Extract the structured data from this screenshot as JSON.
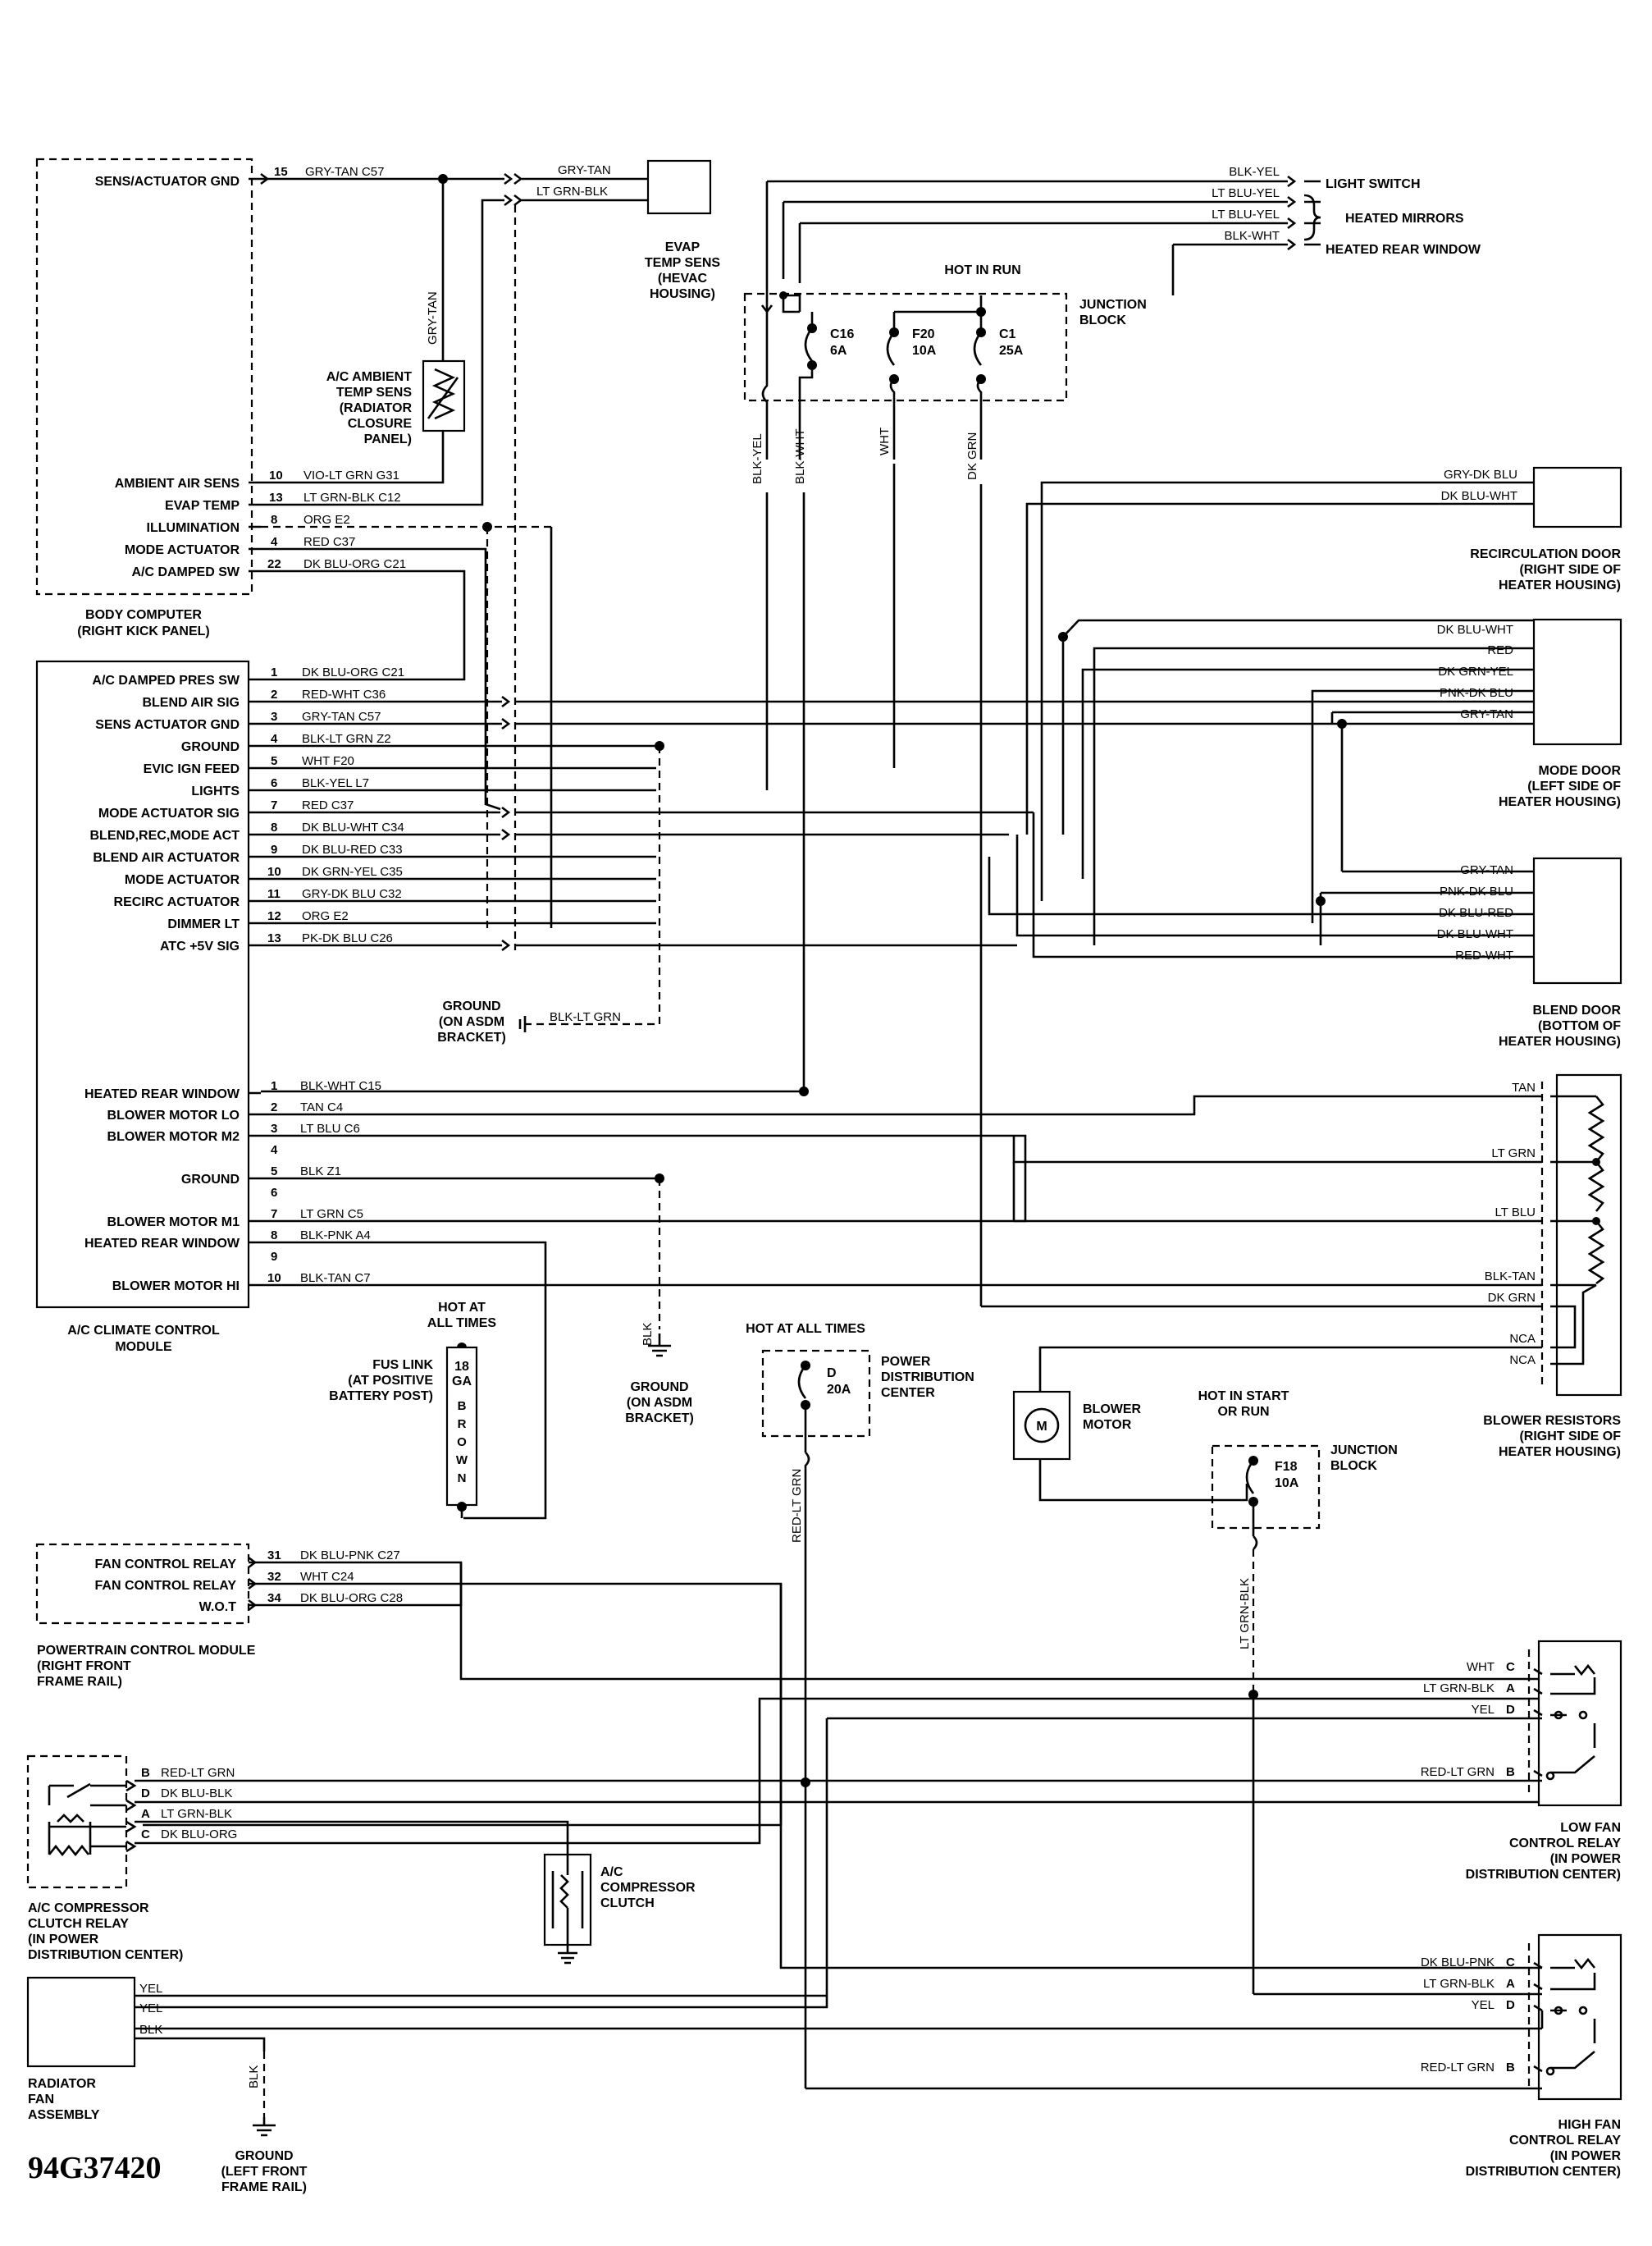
{
  "diagram_id": "94G37420",
  "body_computer": {
    "title": "BODY COMPUTER",
    "subtitle": "(RIGHT KICK PANEL)",
    "pins": [
      {
        "label": "SENS/ACTUATOR GND",
        "pin": "15",
        "wire": "GRY-TAN C57"
      },
      {
        "label": "AMBIENT AIR SENS",
        "pin": "10",
        "wire": "VIO-LT GRN G31"
      },
      {
        "label": "EVAP TEMP",
        "pin": "13",
        "wire": "LT GRN-BLK C12"
      },
      {
        "label": "ILLUMINATION",
        "pin": "8",
        "wire": "ORG E2"
      },
      {
        "label": "MODE ACTUATOR",
        "pin": "4",
        "wire": "RED C37"
      },
      {
        "label": "A/C DAMPED SW",
        "pin": "22",
        "wire": "DK BLU-ORG C21"
      }
    ]
  },
  "climate_module": {
    "title": "A/C CLIMATE CONTROL",
    "subtitle": "MODULE",
    "pins_upper": [
      {
        "label": "A/C DAMPED PRES SW",
        "pin": "1",
        "wire": "DK BLU-ORG C21"
      },
      {
        "label": "BLEND AIR SIG",
        "pin": "2",
        "wire": "RED-WHT C36"
      },
      {
        "label": "SENS ACTUATOR GND",
        "pin": "3",
        "wire": "GRY-TAN C57"
      },
      {
        "label": "GROUND",
        "pin": "4",
        "wire": "BLK-LT GRN Z2"
      },
      {
        "label": "EVIC IGN FEED",
        "pin": "5",
        "wire": "WHT F20"
      },
      {
        "label": "LIGHTS",
        "pin": "6",
        "wire": "BLK-YEL L7"
      },
      {
        "label": "MODE ACTUATOR SIG",
        "pin": "7",
        "wire": "RED C37"
      },
      {
        "label": "BLEND,REC,MODE ACT",
        "pin": "8",
        "wire": "DK BLU-WHT C34"
      },
      {
        "label": "BLEND AIR ACTUATOR",
        "pin": "9",
        "wire": "DK BLU-RED C33"
      },
      {
        "label": "MODE ACTUATOR",
        "pin": "10",
        "wire": "DK GRN-YEL C35"
      },
      {
        "label": "RECIRC ACTUATOR",
        "pin": "11",
        "wire": "GRY-DK BLU C32"
      },
      {
        "label": "DIMMER LT",
        "pin": "12",
        "wire": "ORG E2"
      },
      {
        "label": "ATC +5V SIG",
        "pin": "13",
        "wire": "PK-DK BLU C26"
      }
    ],
    "pins_lower": [
      {
        "label": "HEATED REAR WINDOW",
        "pin": "1",
        "wire": "BLK-WHT C15"
      },
      {
        "label": "BLOWER MOTOR LO",
        "pin": "2",
        "wire": "TAN C4"
      },
      {
        "label": "BLOWER MOTOR M2",
        "pin": "3",
        "wire": "LT BLU C6"
      },
      {
        "label": "",
        "pin": "4",
        "wire": ""
      },
      {
        "label": "GROUND",
        "pin": "5",
        "wire": "BLK Z1"
      },
      {
        "label": "",
        "pin": "6",
        "wire": ""
      },
      {
        "label": "BLOWER MOTOR M1",
        "pin": "7",
        "wire": "LT GRN C5"
      },
      {
        "label": "HEATED REAR WINDOW",
        "pin": "8",
        "wire": "BLK-PNK A4"
      },
      {
        "label": "",
        "pin": "9",
        "wire": ""
      },
      {
        "label": "BLOWER MOTOR HI",
        "pin": "10",
        "wire": "BLK-TAN C7"
      }
    ]
  },
  "evap_sensor": {
    "wires": [
      "GRY-TAN",
      "LT GRN-BLK"
    ],
    "label": [
      "EVAP",
      "TEMP SENS",
      "(HEVAC",
      "HOUSING)"
    ]
  },
  "ambient_sensor": {
    "wire": "GRY-TAN",
    "label": [
      "A/C AMBIENT",
      "TEMP SENS",
      "(RADIATOR",
      "CLOSURE",
      "PANEL)"
    ]
  },
  "top_right_wires": [
    {
      "wire": "BLK-YEL",
      "dest": "LIGHT SWITCH"
    },
    {
      "wire": "LT BLU-YEL",
      "dest": ""
    },
    {
      "wire": "LT BLU-YEL",
      "dest": "HEATED MIRRORS"
    },
    {
      "wire": "BLK-WHT",
      "dest": "HEATED REAR WINDOW"
    }
  ],
  "junction_block_top": {
    "hot": "HOT IN RUN",
    "label": [
      "JUNCTION",
      "BLOCK"
    ],
    "fuses": [
      {
        "name": "C16",
        "rating": "6A"
      },
      {
        "name": "F20",
        "rating": "10A"
      },
      {
        "name": "C1",
        "rating": "25A"
      }
    ],
    "vertical_wires": [
      "BLK-YEL",
      "BLK-WHT",
      "WHT",
      "DK GRN"
    ]
  },
  "recirc_door": {
    "wires": [
      "GRY-DK BLU",
      "DK BLU-WHT"
    ],
    "label": [
      "RECIRCULATION DOOR",
      "(RIGHT SIDE OF",
      "HEATER HOUSING)"
    ]
  },
  "mode_door": {
    "wires": [
      "DK BLU-WHT",
      "RED",
      "DK GRN-YEL",
      "PNK-DK BLU",
      "GRY-TAN"
    ],
    "label": [
      "MODE DOOR",
      "(LEFT SIDE OF",
      "HEATER HOUSING)"
    ]
  },
  "blend_door": {
    "wires": [
      "GRY-TAN",
      "PNK-DK BLU",
      "DK BLU-RED",
      "DK BLU-WHT",
      "RED-WHT"
    ],
    "label": [
      "BLEND DOOR",
      "(BOTTOM OF",
      "HEATER HOUSING)"
    ]
  },
  "ground_asdm_top": {
    "wire": "BLK-LT GRN",
    "label": [
      "GROUND",
      "(ON ASDM",
      "BRACKET)"
    ]
  },
  "ground_asdm_bottom": {
    "wire": "BLK",
    "label": [
      "GROUND",
      "(ON ASDM",
      "BRACKET)"
    ]
  },
  "blower_resistors": {
    "wires": [
      "TAN",
      "LT GRN",
      "LT BLU",
      "BLK-TAN",
      "DK GRN",
      "NCA",
      "NCA"
    ],
    "label": [
      "BLOWER RESISTORS",
      "(RIGHT SIDE OF",
      "HEATER HOUSING)"
    ]
  },
  "fuse_link": {
    "hot": [
      "HOT AT",
      "ALL TIMES"
    ],
    "gauge": [
      "18",
      "GA"
    ],
    "color": [
      "B",
      "R",
      "O",
      "W",
      "N"
    ],
    "label": [
      "FUS LINK",
      "(AT POSITIVE",
      "BATTERY POST)"
    ]
  },
  "power_distribution": {
    "hot": "HOT AT ALL TIMES",
    "fuse": {
      "name": "D",
      "rating": "20A"
    },
    "label": [
      "POWER",
      "DISTRIBUTION",
      "CENTER"
    ],
    "wire": "RED-LT GRN"
  },
  "blower_motor": {
    "symbol": "M",
    "label": [
      "BLOWER",
      "MOTOR"
    ]
  },
  "junction_block_bottom": {
    "hot": [
      "HOT IN START",
      "OR RUN"
    ],
    "fuse": {
      "name": "F18",
      "rating": "10A"
    },
    "label": [
      "JUNCTION",
      "BLOCK"
    ],
    "wire": "LT GRN-BLK"
  },
  "pcm": {
    "pins": [
      {
        "label": "FAN CONTROL RELAY",
        "pin": "31",
        "wire": "DK BLU-PNK C27"
      },
      {
        "label": "FAN CONTROL RELAY",
        "pin": "32",
        "wire": "WHT C24"
      },
      {
        "label": "W.O.T",
        "pin": "34",
        "wire": "DK BLU-ORG C28"
      }
    ],
    "label": [
      "POWERTRAIN CONTROL MODULE",
      "(RIGHT FRONT",
      "FRAME RAIL)"
    ]
  },
  "compressor_relay": {
    "pins": [
      {
        "pin": "B",
        "wire": "RED-LT GRN"
      },
      {
        "pin": "D",
        "wire": "DK BLU-BLK"
      },
      {
        "pin": "A",
        "wire": "LT GRN-BLK"
      },
      {
        "pin": "C",
        "wire": "DK BLU-ORG"
      }
    ],
    "label": [
      "A/C COMPRESSOR",
      "CLUTCH RELAY",
      "(IN POWER",
      "DISTRIBUTION CENTER)"
    ]
  },
  "compressor_clutch": {
    "label": [
      "A/C",
      "COMPRESSOR",
      "CLUTCH"
    ]
  },
  "low_fan_relay": {
    "pins": [
      {
        "wire": "WHT",
        "pin": "C"
      },
      {
        "wire": "LT GRN-BLK",
        "pin": "A"
      },
      {
        "wire": "YEL",
        "pin": "D"
      },
      {
        "wire": "RED-LT GRN",
        "pin": "B"
      }
    ],
    "label": [
      "LOW FAN",
      "CONTROL RELAY",
      "(IN POWER",
      "DISTRIBUTION CENTER)"
    ]
  },
  "high_fan_relay": {
    "pins": [
      {
        "wire": "DK BLU-PNK",
        "pin": "C"
      },
      {
        "wire": "LT GRN-BLK",
        "pin": "A"
      },
      {
        "wire": "YEL",
        "pin": "D"
      },
      {
        "wire": "RED-LT GRN",
        "pin": "B"
      }
    ],
    "label": [
      "HIGH FAN",
      "CONTROL RELAY",
      "(IN POWER",
      "DISTRIBUTION CENTER)"
    ]
  },
  "radiator_fan": {
    "wires": [
      "YEL",
      "YEL",
      "BLK"
    ],
    "label": [
      "RADIATOR",
      "FAN",
      "ASSEMBLY"
    ]
  },
  "ground_frame": {
    "wire": "BLK",
    "label": [
      "GROUND",
      "(LEFT FRONT",
      "FRAME RAIL)"
    ]
  }
}
